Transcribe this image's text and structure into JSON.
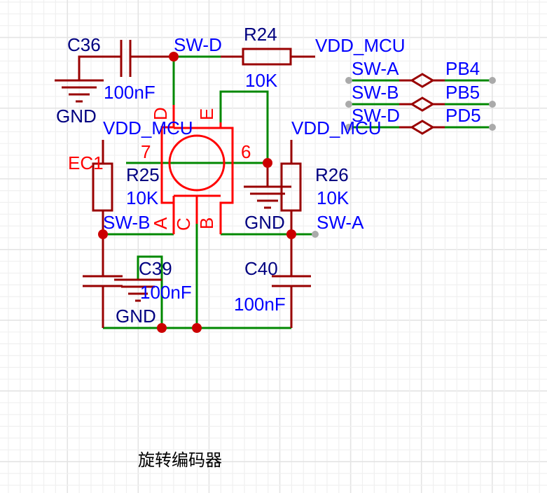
{
  "colors": {
    "wire": "#008800",
    "component": "#990000",
    "encoder": "#ff0000",
    "junction": "#cc0000",
    "net_label": "#0000ff",
    "designator": "#000080",
    "port": "#999999",
    "grid_minor": "#f0f0f0",
    "grid_major": "#e4e4e4",
    "caption": "#000000"
  },
  "title": "旋转编码器",
  "components": {
    "c36": {
      "designator": "C36",
      "value": "100nF"
    },
    "r24": {
      "designator": "R24",
      "value": "10K"
    },
    "r25": {
      "designator": "R25",
      "value": "10K"
    },
    "r26": {
      "designator": "R26",
      "value": "10K"
    },
    "c39": {
      "designator": "C39",
      "value": "100nF"
    },
    "c40": {
      "designator": "C40",
      "value": "100nF"
    },
    "ec1": {
      "designator": "EC1",
      "pins": {
        "a": "A",
        "b": "B",
        "c": "C",
        "d": "D",
        "e": "E",
        "p6": "6",
        "p7": "7"
      }
    }
  },
  "power": {
    "gnd": "GND",
    "vdd": "VDD_MCU"
  },
  "nets": {
    "sw_a": "SW-A",
    "sw_b": "SW-B",
    "sw_d": "SW-D",
    "pb4": "PB4",
    "pb5": "PB5",
    "pd5": "PD5"
  }
}
